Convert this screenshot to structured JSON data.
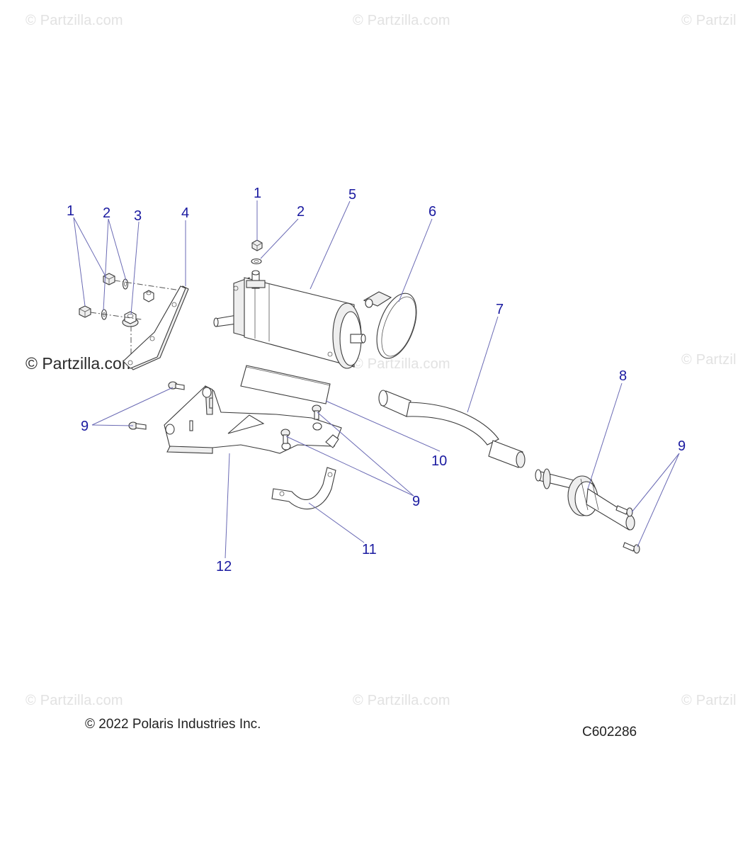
{
  "watermark": {
    "text": "© Partzilla.com",
    "cut_text": "© Partzil"
  },
  "callouts": {
    "c1a": "1",
    "c2a": "2",
    "c3": "3",
    "c4": "4",
    "c1b": "1",
    "c2b": "2",
    "c5": "5",
    "c6": "6",
    "c7": "7",
    "c8": "8",
    "c9a": "9",
    "c9b": "9",
    "c9c": "9",
    "c10": "10",
    "c11": "11",
    "c12": "12"
  },
  "footer": {
    "copyright": "© 2022 Polaris Industries Inc.",
    "code": "C602286"
  }
}
